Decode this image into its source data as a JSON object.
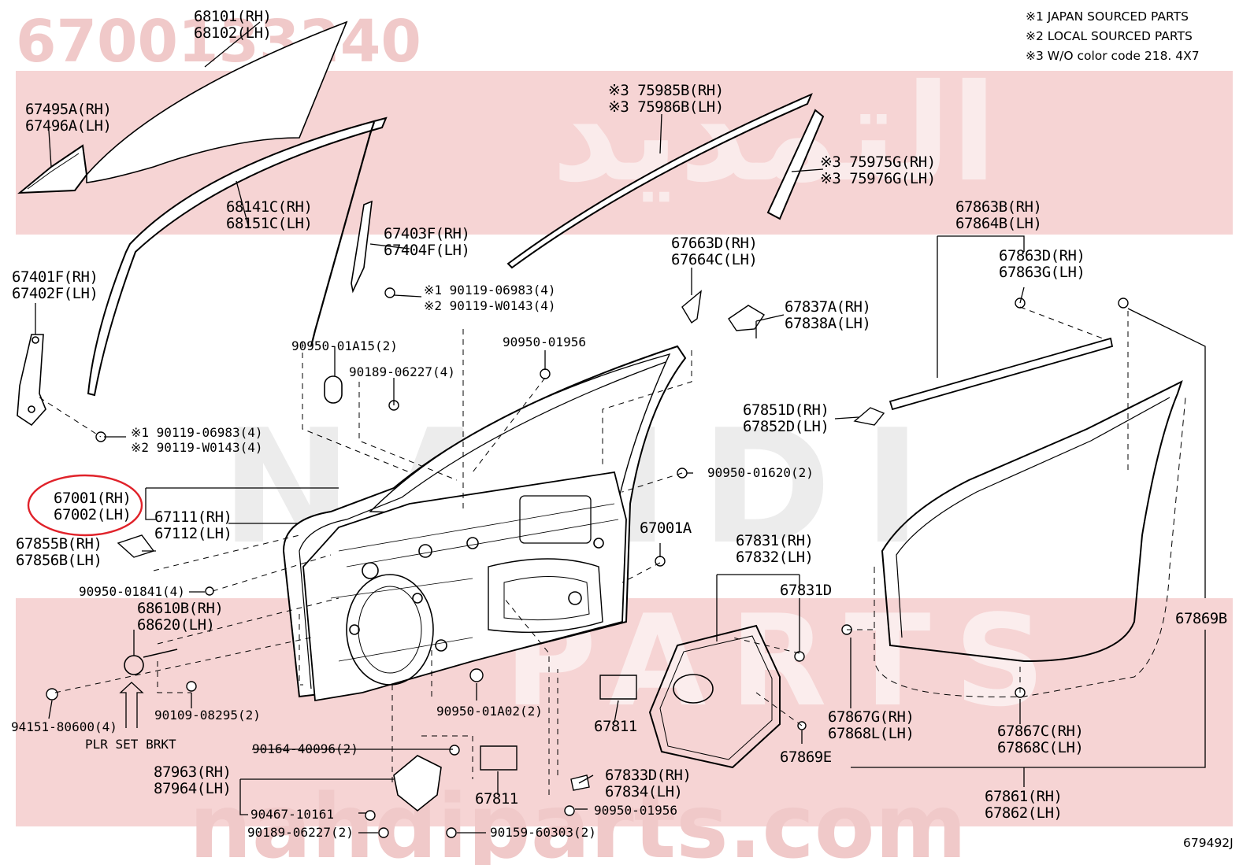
{
  "watermark": {
    "part_number": "6700133240",
    "arabic": "التمديد",
    "brand_word": "NAHDI",
    "parts_word": "PARTS",
    "site": "nahdiparts.com"
  },
  "notes": [
    "※1 JAPAN SOURCED PARTS",
    "※2 LOCAL SOURCED PARTS",
    "※3 W/O color code 218. 4X7"
  ],
  "diagram_id": "679492J",
  "callouts": {
    "c68101": "68101(RH)",
    "c68102": "68102(LH)",
    "c67495a": "67495A(RH)",
    "c67496a": "67496A(LH)",
    "c75985b": "※3 75985B(RH)",
    "c75986b": "※3 75986B(LH)",
    "c75975g": "※3 75975G(RH)",
    "c75976g": "※3 75976G(LH)",
    "c68141c": "68141C(RH)",
    "c68151c": "68151C(LH)",
    "c67403f": "67403F(RH)",
    "c67404f": "67404F(LH)",
    "c67863b": "67863B(RH)",
    "c67864b": "67864B(LH)",
    "c67863d": "67863D(RH)",
    "c67863g": "67863G(LH)",
    "c67663d": "67663D(RH)",
    "c67664c": "67664C(LH)",
    "c67401f": "67401F(RH)",
    "c67402f": "67402F(LH)",
    "c90119a1": "※1 90119-06983(4)",
    "c90119a2": "※2 90119-W0143(4)",
    "c67837a": "67837A(RH)",
    "c67838a": "67838A(LH)",
    "c90950_01a15": "90950-01A15(2)",
    "c90950_01956a": "90950-01956",
    "c90189a": "90189-06227(4)",
    "c67851d": "67851D(RH)",
    "c67852d": "67852D(LH)",
    "c90119b1": "※1 90119-06983(4)",
    "c90119b2": "※2 90119-W0143(4)",
    "c90950_01620": "90950-01620(2)",
    "c67001": "67001(RH)",
    "c67002": "67002(LH)",
    "c67111": "67111(RH)",
    "c67112": "67112(LH)",
    "c67001a": "67001A",
    "c67855b": "67855B(RH)",
    "c67856b": "67856B(LH)",
    "c67831": "67831(RH)",
    "c67832": "67832(LH)",
    "c67831d": "67831D",
    "c90950_01841": "90950-01841(4)",
    "c68610b": "68610B(RH)",
    "c68620": "68620(LH)",
    "c67869b": "67869B",
    "c67867g": "67867G(RH)",
    "c67868l": "67868L(LH)",
    "c67867c": "67867C(RH)",
    "c67868c": "67868C(LH)",
    "c94151": "94151-80600(4)",
    "c90109": "90109-08295(2)",
    "c90950_01a02": "90950-01A02(2)",
    "c67811a": "67811",
    "c67869e": "67869E",
    "c90164": "90164-40096(2)",
    "c87963": "87963(RH)",
    "c87964": "87964(LH)",
    "c67833d": "67833D(RH)",
    "c67834": "67834(LH)",
    "c67861": "67861(RH)",
    "c67862": "67862(LH)",
    "c67811b": "67811",
    "c90467": "90467-10161",
    "c90950_01956b": "90950-01956",
    "c90189b": "90189-06227(2)",
    "c90159": "90159-60303(2)"
  },
  "plr_label": "PLR SET BRKT",
  "colors": {
    "band": "#f6d4d4",
    "watermark": "#f0c9c9",
    "highlight_circle": "#e0222a",
    "line": "#000000"
  }
}
